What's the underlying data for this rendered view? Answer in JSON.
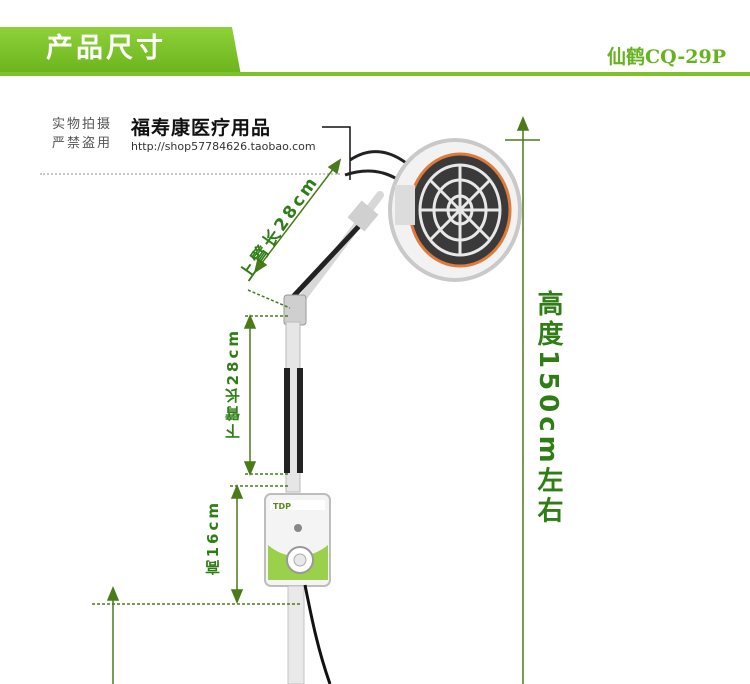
{
  "header": {
    "title": "产品尺寸",
    "model": "仙鹤CQ-29P"
  },
  "watermark": {
    "stamp_line1": "实物拍摄",
    "stamp_line2": "严禁盗用",
    "shop_name": "福寿康医疗用品",
    "shop_url": "http://shop57784626.taobao.com"
  },
  "dimensions": {
    "upper_arm": "上臂长28cm",
    "lower_arm": "下臂长28cm",
    "base_box": "高16cm",
    "total_height": "高度150cm左右"
  },
  "device": {
    "panel_brand": "TDP"
  },
  "colors": {
    "accent": "#7cc32a",
    "label_green": "#2f7d15",
    "dim_line": "#4a7a1a"
  }
}
